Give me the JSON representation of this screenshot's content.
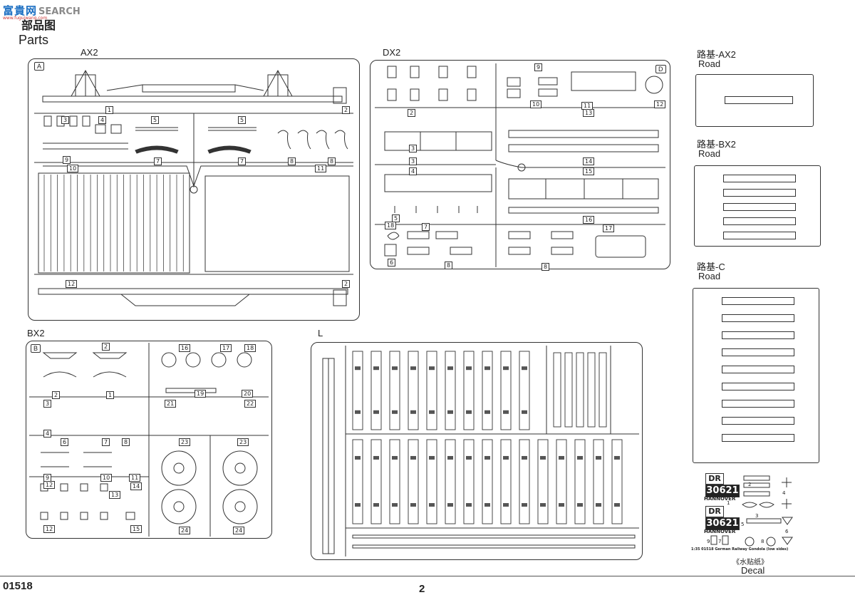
{
  "header": {
    "logo_cn": "富貴网",
    "logo_en": "SEARCH",
    "logo_sub": "www.fuguiwang.com",
    "title_cn": "部品图",
    "title_en": "Parts"
  },
  "sprues": {
    "ax2": {
      "label": "AX2",
      "corner": "A"
    },
    "dx2": {
      "label": "DX2",
      "corner": "D"
    },
    "bx2": {
      "label": "BX2",
      "corner": "B"
    },
    "l": {
      "label": "L"
    }
  },
  "roads": [
    {
      "label_cn": "路基-AX2",
      "label_en": "Road"
    },
    {
      "label_cn": "路基-BX2",
      "label_en": "Road"
    },
    {
      "label_cn": "路基-C",
      "label_en": "Road"
    }
  ],
  "decal": {
    "plate_top": "DR",
    "number": "30621",
    "city": "HANNOVER",
    "numbers": [
      "1",
      "2",
      "3",
      "4",
      "5",
      "6",
      "7",
      "8",
      "9"
    ],
    "caption_line": "1:35 01518 German Railway Gondola (low sides)",
    "label_cn": "《水贴纸》",
    "label_en": "Decal"
  },
  "footer": {
    "product_code": "01518",
    "page_number": "2"
  }
}
